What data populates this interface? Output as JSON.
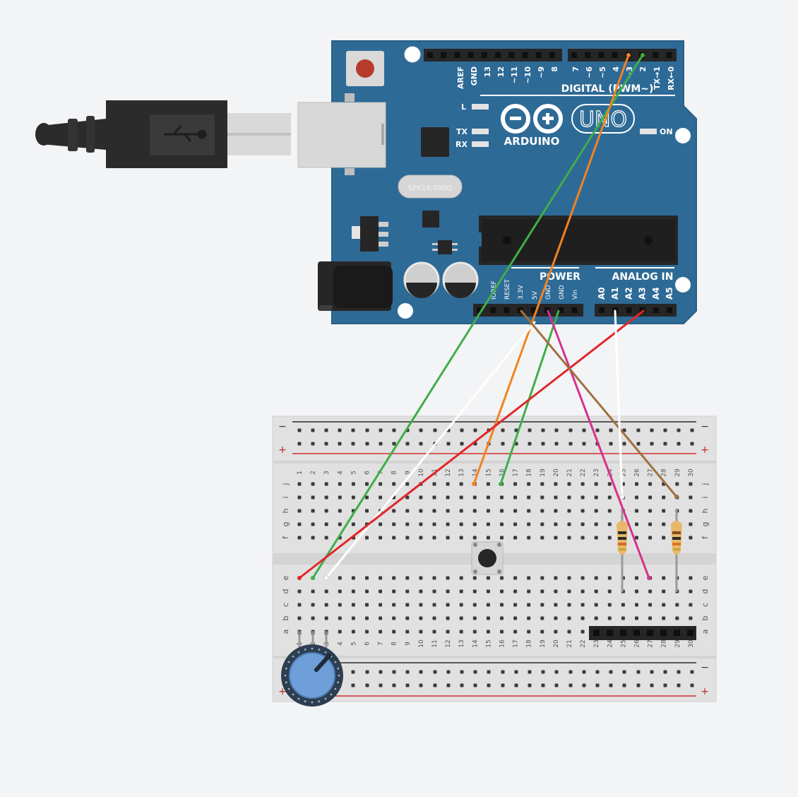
{
  "board": {
    "digital_pins": [
      "AREF",
      "GND",
      "13",
      "12",
      "~11",
      "~10",
      "~9",
      "8",
      "7",
      "~6",
      "~5",
      "4",
      "~3",
      "2",
      "TX→1",
      "RX←0"
    ],
    "digital_title": "DIGITAL (PWM~)",
    "led_l": "L",
    "led_tx": "TX",
    "led_rx": "RX",
    "on_label": "ON",
    "brand": "ARDUINO",
    "model": "UNO",
    "crystal": "SPK16.000G",
    "power_title": "POWER",
    "analog_title": "ANALOG IN",
    "power_pins": [
      "IOREF",
      "RESET",
      "3.3V",
      "5V",
      "GND",
      "GND",
      "Vin"
    ],
    "analog_pins": [
      "A0",
      "A1",
      "A2",
      "A3",
      "A4",
      "A5"
    ]
  },
  "breadboard": {
    "minus": "−",
    "plus": "+",
    "rows_top": [
      "j",
      "i",
      "h",
      "g",
      "f"
    ],
    "rows_bottom": [
      "e",
      "d",
      "c",
      "b",
      "a"
    ],
    "columns": [
      "1",
      "2",
      "3",
      "4",
      "5",
      "6",
      "7",
      "8",
      "9",
      "10",
      "11",
      "12",
      "13",
      "14",
      "15",
      "16",
      "17",
      "18",
      "19",
      "20",
      "21",
      "22",
      "23",
      "24",
      "25",
      "26",
      "27",
      "28",
      "29",
      "30"
    ]
  },
  "colors": {
    "board": "#2e6a96",
    "wire_green": "#3fae49",
    "wire_orange": "#f08322",
    "wire_white": "#ffffff",
    "wire_red": "#e2272a",
    "wire_pink": "#d6308e",
    "wire_brown": "#a0703f",
    "pot_knob": "#6f9fd8"
  }
}
